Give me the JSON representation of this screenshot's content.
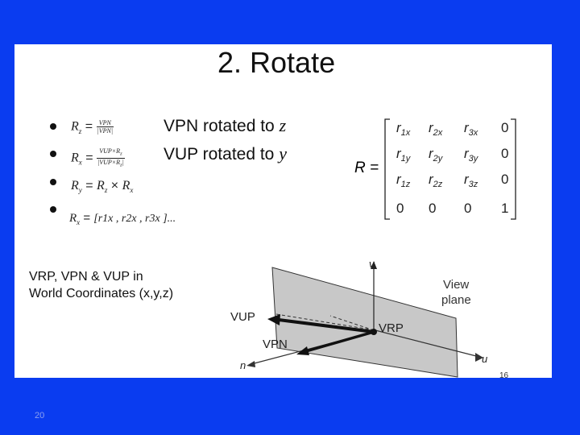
{
  "slide": {
    "title": "2. Rotate",
    "bullets": [
      {
        "lhs": "R",
        "lhs_sub": "z",
        "eq": "=",
        "frac_num": "VPN",
        "frac_den": "|VPN|"
      },
      {
        "lhs": "R",
        "lhs_sub": "x",
        "eq": "=",
        "frac_num": "VUP×R",
        "frac_num_sub": "z",
        "frac_den": "|VUP×R",
        "frac_den_sub": "z",
        "frac_den_end": "|"
      },
      {
        "lhs": "R",
        "lhs_sub": "y",
        "eq": "=",
        "rhs": "R",
        "rhs_sub1": "z",
        "times": "×",
        "rhs2": "R",
        "rhs_sub2": "x"
      },
      {
        "lhs": "R",
        "lhs_sub": "x",
        "eq": "=",
        "row": "[r1x , r2x , r3x ]..."
      }
    ],
    "statements": [
      {
        "text": "VPN rotated to ",
        "var": "z"
      },
      {
        "text": "VUP rotated to ",
        "var": "y"
      }
    ],
    "matrix": {
      "label": "R =",
      "rows": [
        [
          "r1x",
          "r2x",
          "r3x",
          "0"
        ],
        [
          "r1y",
          "r2y",
          "r3y",
          "0"
        ],
        [
          "r1z",
          "r2z",
          "r3z",
          "0"
        ],
        [
          "0",
          "0",
          "0",
          "1"
        ]
      ]
    },
    "world_coords": {
      "line1": "VRP, VPN & VUP in",
      "line2": "World Coordinates (x,y,z)"
    },
    "diagram": {
      "v_label": "v",
      "view_plane_line1": "View",
      "view_plane_line2": "plane",
      "vup_label": "VUP",
      "vrp_label": "VRP",
      "vpn_label": "VPN",
      "u_label": "u",
      "n_label": "n"
    },
    "corner_number": "16"
  },
  "page_number": "20",
  "colors": {
    "background": "#0a3cf0",
    "slide": "#ffffff",
    "plane_fill": "#c8c8c8"
  }
}
